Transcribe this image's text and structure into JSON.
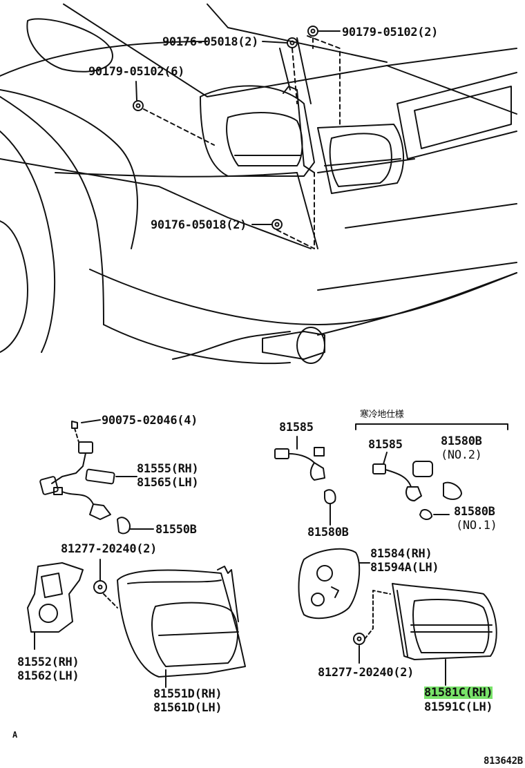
{
  "labels": {
    "clip_90179_05102_2": "90179-05102(2)",
    "nut_90176_05018_2_top": "90176-05018(2)",
    "clip_90179_05102_6": "90179-05102(6)",
    "nut_90176_05018_2_mid": "90176-05018(2)",
    "screw_90075_02046": "90075-02046(4)",
    "socket_81555": "81555(RH)",
    "socket_81565": "81565(LH)",
    "bulb_81550B": "81550B",
    "cushion_81277_left": "81277-20240(2)",
    "cover_81552": "81552(RH)",
    "cover_81562": "81562(LH)",
    "lamp_81551D": "81551D(RH)",
    "lamp_81561D": "81561D(LH)",
    "socket_81585_std": "81585",
    "bulb_81580B_std": "81580B",
    "cold_region_note": "寒冷地仕様",
    "socket_81585_cold": "81585",
    "bulb_81580B_no2": "81580B",
    "bulb_no2": "(NO.2)",
    "bulb_81580B_no1": "81580B",
    "bulb_no1": "(NO.1)",
    "cover_81584A": "81584(RH)",
    "cover_81594A": "81594A(LH)",
    "cushion_81277_right": "81277-20240(2)",
    "lamp_81581C": "81581C(RH)",
    "lamp_81591C": "81591C(LH)",
    "corner_mark": "A",
    "diagram_id": "813642B"
  },
  "colors": {
    "line": "#111111",
    "highlight": "#79e36a",
    "background": "#ffffff"
  },
  "highlighted_part": "81581C(RH)"
}
